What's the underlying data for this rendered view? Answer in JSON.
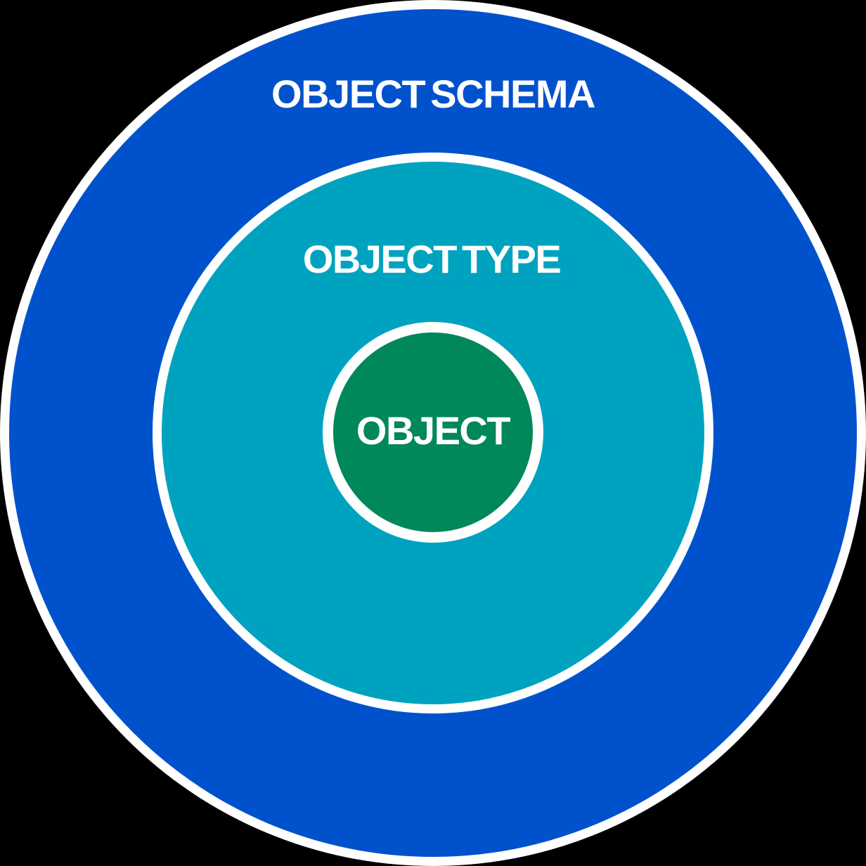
{
  "diagram": {
    "type": "concentric-circles",
    "background_color": "#000000",
    "ring_border_color": "#FFFFFF",
    "label_color": "#FFFFFF",
    "rings": [
      {
        "label": "OBJECT SCHEMA",
        "color": "#0052CC"
      },
      {
        "label": "OBJECT TYPE",
        "color": "#00A3BF"
      },
      {
        "label": "OBJECT",
        "color": "#00875A"
      }
    ]
  }
}
